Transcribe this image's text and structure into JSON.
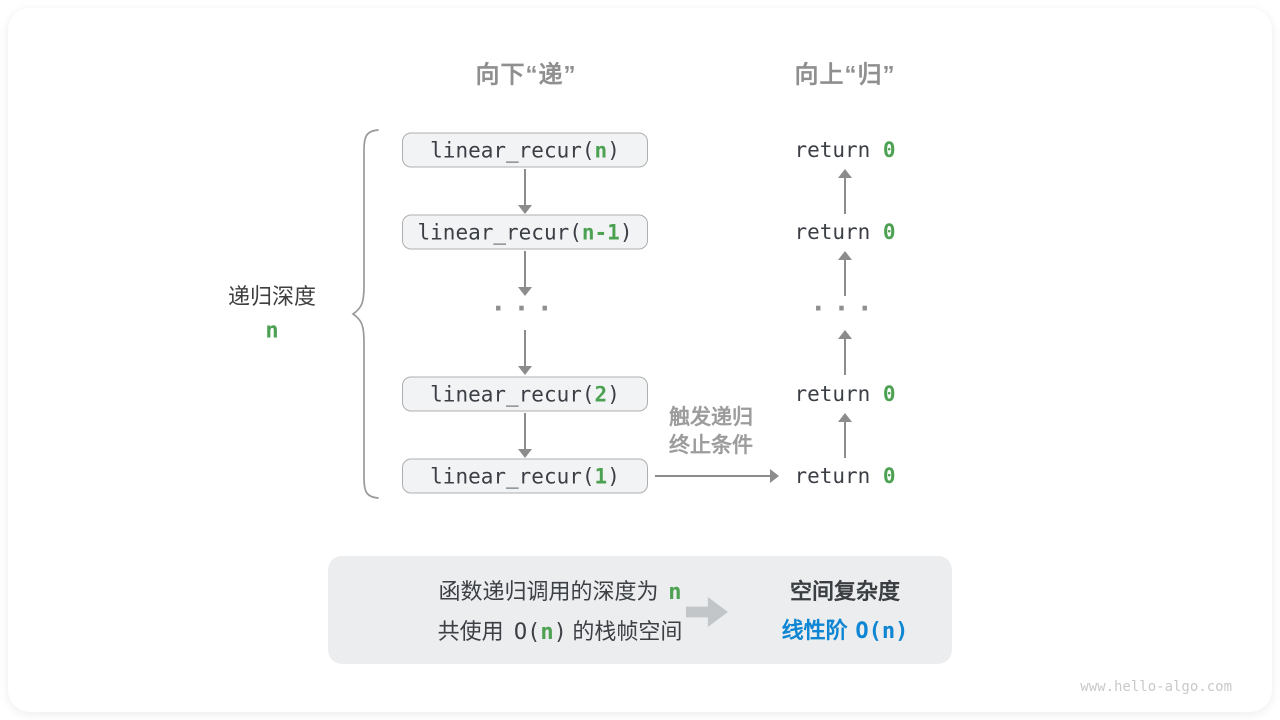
{
  "headers": {
    "down": "向下“递”",
    "up": "向上“归”"
  },
  "depth": {
    "text": "递归深度",
    "value": "n"
  },
  "calls": [
    {
      "prefix": "linear_recur(",
      "arg": "n",
      "suffix": ")"
    },
    {
      "prefix": "linear_recur(",
      "arg": "n-1",
      "suffix": ")"
    },
    {
      "prefix": "linear_recur(",
      "arg": "2",
      "suffix": ")"
    },
    {
      "prefix": "linear_recur(",
      "arg": "1",
      "suffix": ")"
    }
  ],
  "returns": [
    {
      "keyword": "return",
      "value": "0"
    },
    {
      "keyword": "return",
      "value": "0"
    },
    {
      "keyword": "return",
      "value": "0"
    },
    {
      "keyword": "return",
      "value": "0"
    }
  ],
  "ellipsis": "···",
  "trigger": {
    "line1": "触发递归",
    "line2": "终止条件"
  },
  "summary": {
    "line1_text": "函数递归调用的深度为",
    "line1_var": "n",
    "line2_pre": "共使用",
    "line2_code_open": "O(",
    "line2_var": "n",
    "line2_code_close": ")",
    "line2_post": "的栈帧空间",
    "title": "空间复杂度",
    "result_text": "线性阶",
    "result_code": "O(n)"
  },
  "watermark": "www.hello-algo.com",
  "colors": {
    "accent_green": "#4CA152",
    "accent_blue": "#0E86D3",
    "arrow_gray": "#8C8C8C",
    "header_gray": "#8F8F8F",
    "box_fill": "#F2F3F4",
    "summary_fill": "#ECEDEE"
  }
}
